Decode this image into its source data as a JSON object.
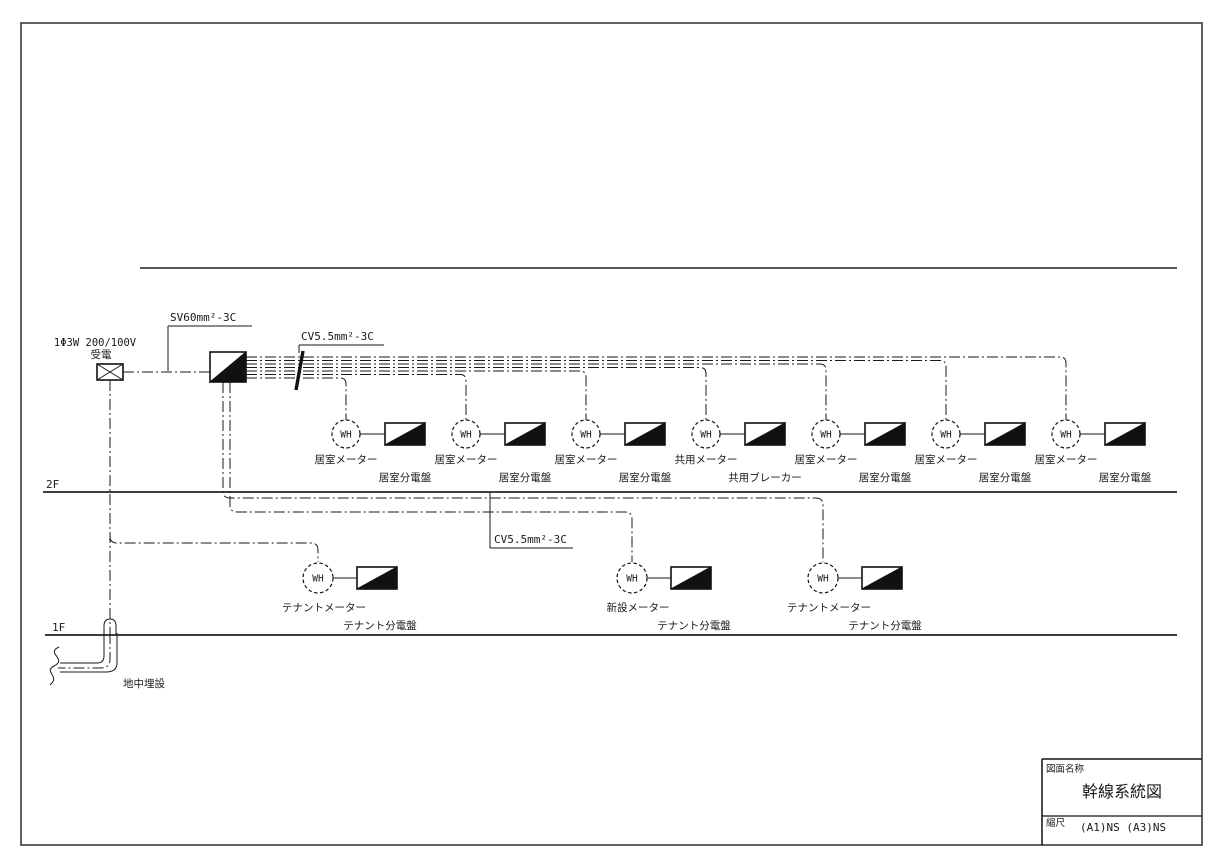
{
  "drawing": {
    "source": {
      "label_line1": "1Φ3W 200/100V",
      "label_line2": "受電"
    },
    "cables": {
      "main_feeder": "SV60mm²-3C",
      "branch_2f": "CV5.5mm²-3C",
      "branch_1f": "CV5.5mm²-3C"
    },
    "floors": {
      "f2": "2F",
      "f1": "1F"
    },
    "underground_label": "地中埋設",
    "meter_symbol": "WH",
    "meters_2f": [
      {
        "meter": "居室メーター",
        "panel": "居室分電盤"
      },
      {
        "meter": "居室メーター",
        "panel": "居室分電盤"
      },
      {
        "meter": "居室メーター",
        "panel": "居室分電盤"
      },
      {
        "meter": "共用メーター",
        "panel": "共用ブレーカー"
      },
      {
        "meter": "居室メーター",
        "panel": "居室分電盤"
      },
      {
        "meter": "居室メーター",
        "panel": "居室分電盤"
      },
      {
        "meter": "居室メーター",
        "panel": "居室分電盤"
      }
    ],
    "meters_1f": [
      {
        "meter": "テナントメーター",
        "panel": "テナント分電盤"
      },
      {
        "meter": "新設メーター",
        "panel": "テナント分電盤"
      },
      {
        "meter": "テナントメーター",
        "panel": "テナント分電盤"
      }
    ]
  },
  "title_block": {
    "name_label": "図面名称",
    "drawing_name": "幹線系統図",
    "scale_label": "縮尺",
    "scale_value": "(A1)NS (A3)NS"
  },
  "colors": {
    "line": "#1a1a1a",
    "background": "#ffffff"
  }
}
